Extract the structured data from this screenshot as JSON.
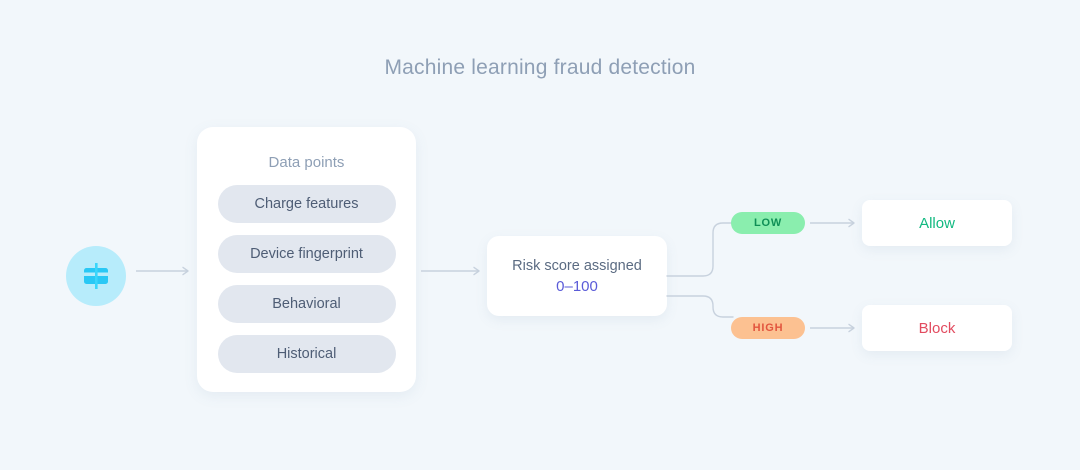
{
  "diagram": {
    "title": "Machine learning fraud detection",
    "source": {
      "icon": "credit-card-icon"
    },
    "data_points": {
      "heading": "Data points",
      "items": [
        {
          "label": "Charge features"
        },
        {
          "label": "Device fingerprint"
        },
        {
          "label": "Behavioral"
        },
        {
          "label": "Historical"
        }
      ]
    },
    "risk_score": {
      "label": "Risk score assigned",
      "range": "0–100",
      "range_color": "#5a5bd8"
    },
    "branches": [
      {
        "badge": "LOW",
        "badge_bg": "#8aeeae",
        "badge_color": "#0f8f56",
        "outcome": "Allow",
        "outcome_color": "#12b981"
      },
      {
        "badge": "HIGH",
        "badge_bg": "#fcc191",
        "badge_color": "#e2563f",
        "outcome": "Block",
        "outcome_color": "#e24b5f"
      }
    ],
    "colors": {
      "background": "#f2f7fb",
      "title_text": "#8e9fb5",
      "pill_bg": "#e2e7ef",
      "pill_text": "#4e5d75",
      "connector": "#c8d2de",
      "icon_circle": "#b7ecfb",
      "icon_card": "#29c8f5"
    }
  }
}
